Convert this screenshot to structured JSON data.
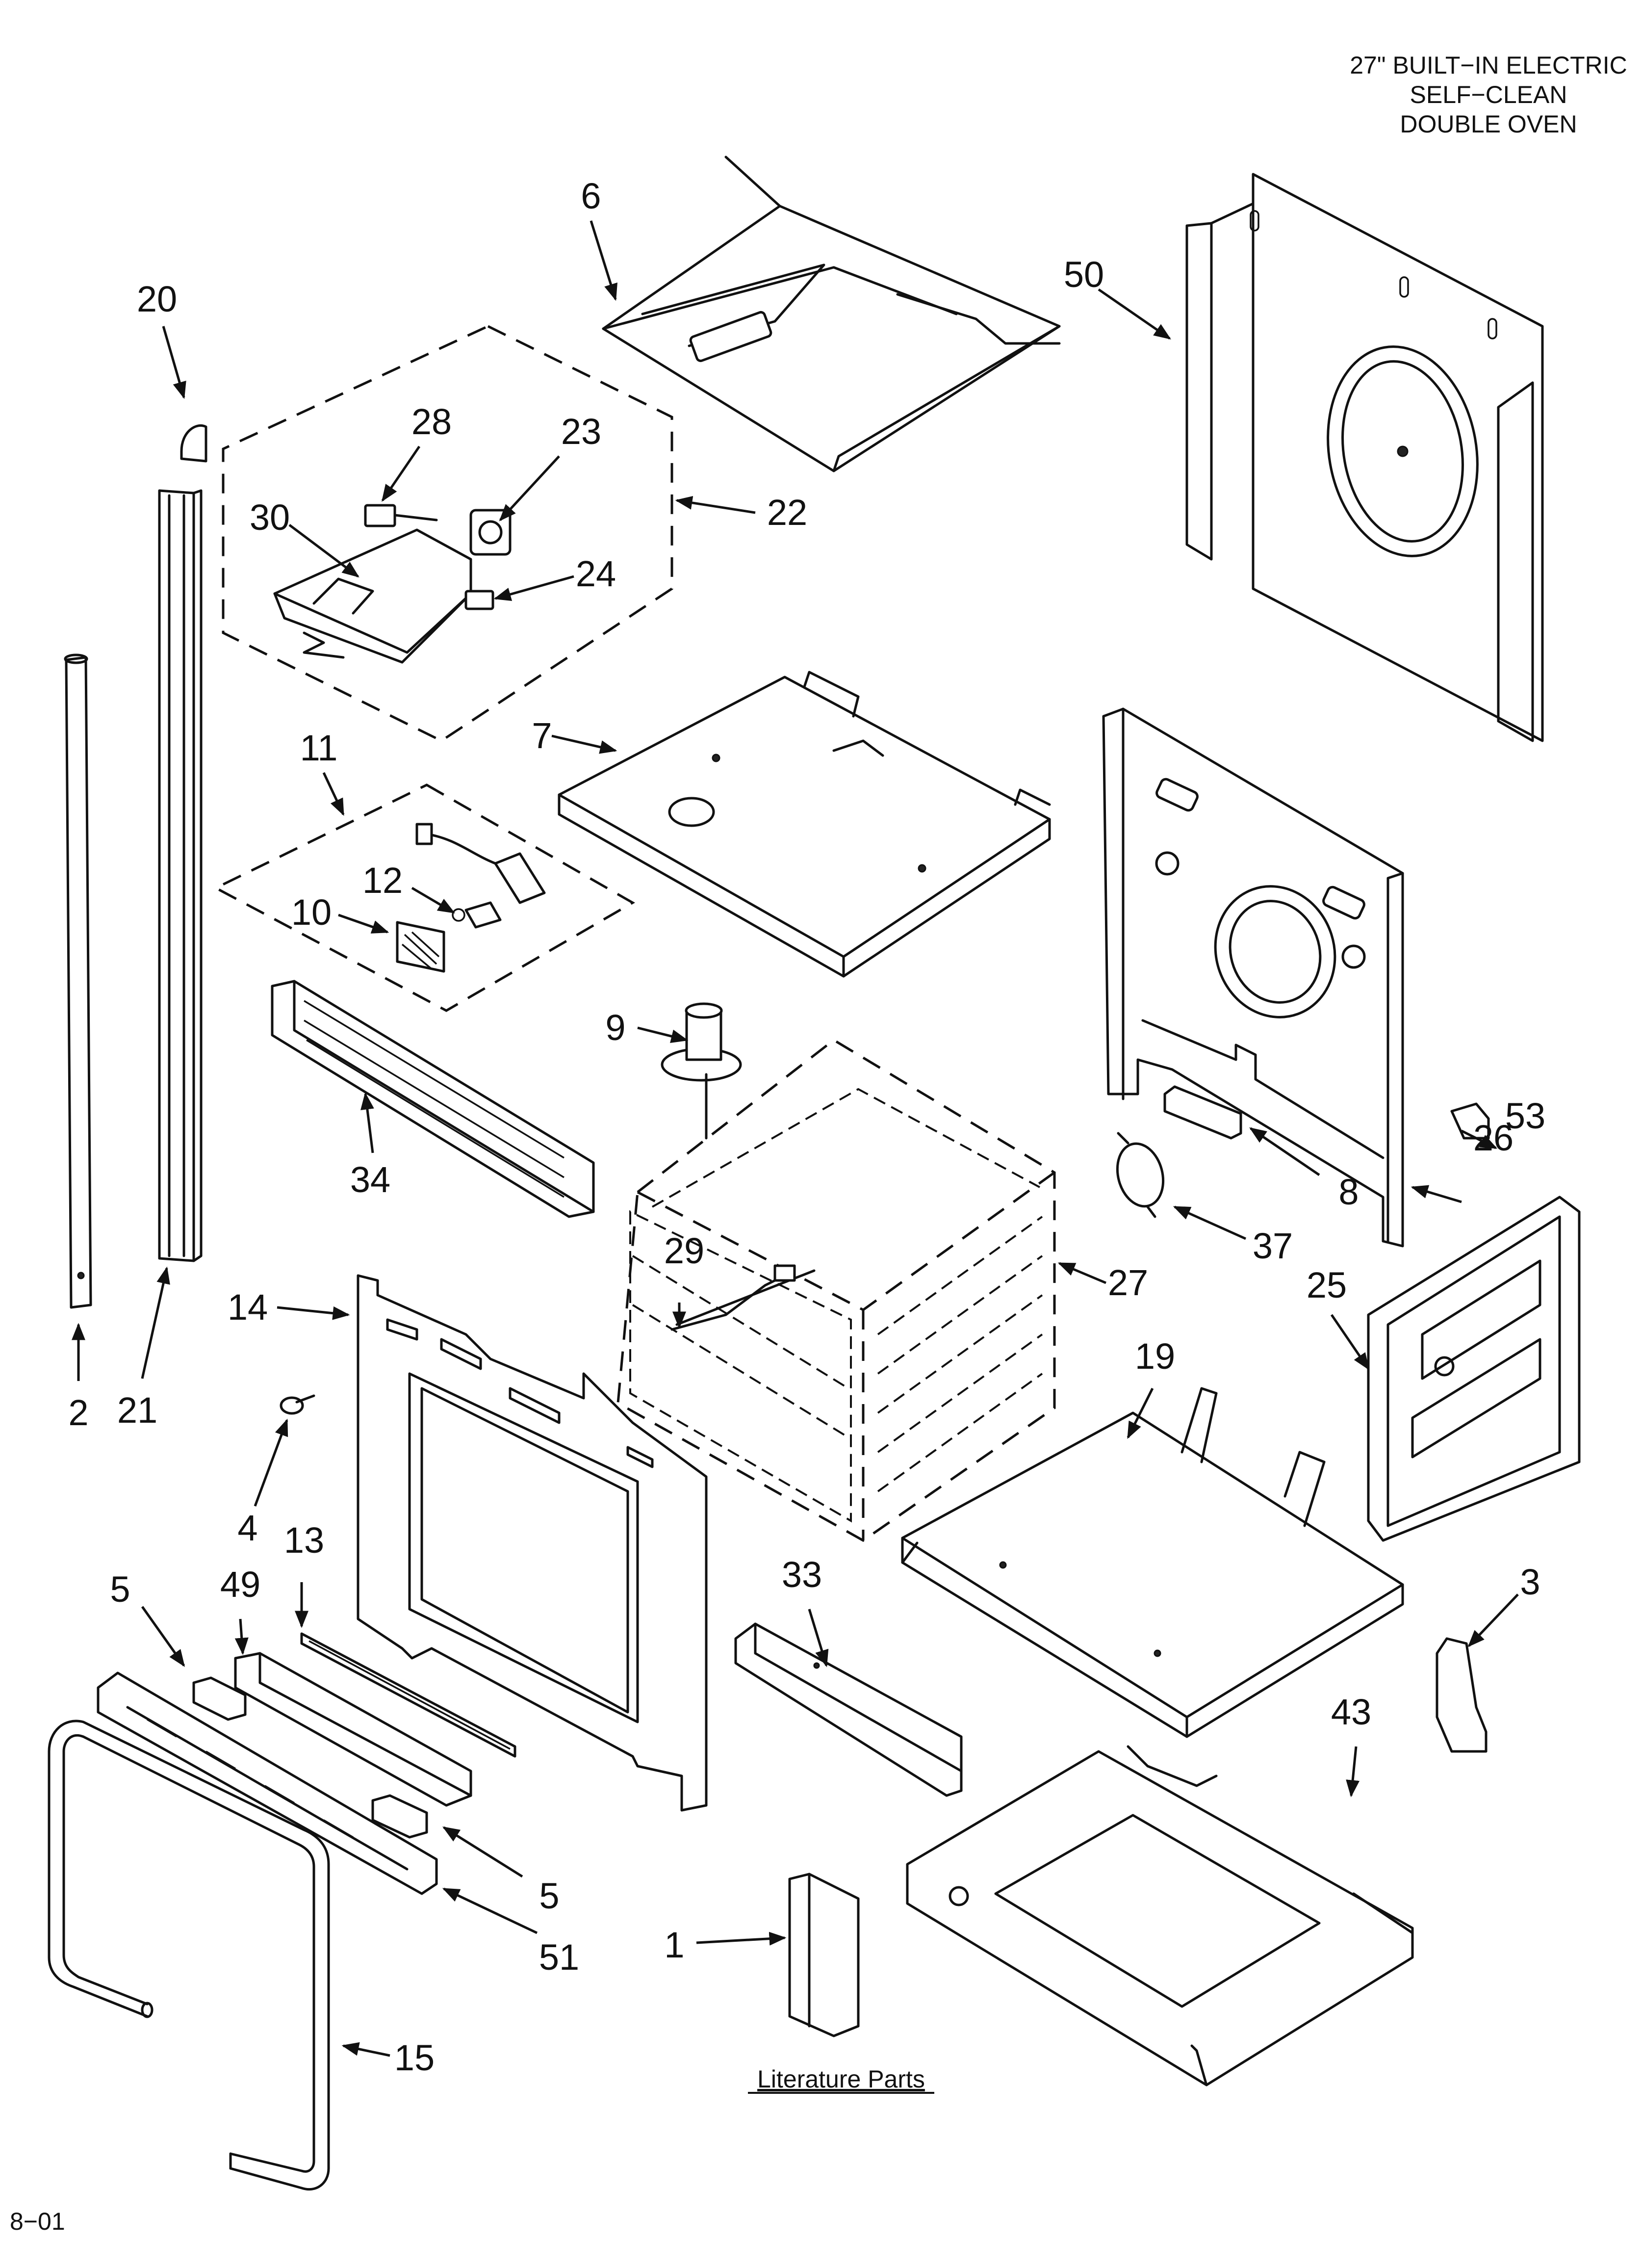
{
  "header": {
    "line1": "27\" BUILT−IN ELECTRIC",
    "line2": "SELF−CLEAN",
    "line3": "DOUBLE OVEN"
  },
  "footer": {
    "code": "8−01"
  },
  "literature_label": "Literature Parts",
  "callouts": {
    "c1": "1",
    "c2": "2",
    "c3": "3",
    "c4": "4",
    "c5a": "5",
    "c5b": "5",
    "c6": "6",
    "c7": "7",
    "c8": "8",
    "c9": "9",
    "c10": "10",
    "c11": "11",
    "c12": "12",
    "c13": "13",
    "c14": "14",
    "c15": "15",
    "c19": "19",
    "c20": "20",
    "c21": "21",
    "c22": "22",
    "c23": "23",
    "c24": "24",
    "c25": "25",
    "c26": "26",
    "c27": "27",
    "c28": "28",
    "c29": "29",
    "c30": "30",
    "c33": "33",
    "c34": "34",
    "c37": "37",
    "c43": "43",
    "c49": "49",
    "c50": "50",
    "c51": "51",
    "c53": "53"
  }
}
